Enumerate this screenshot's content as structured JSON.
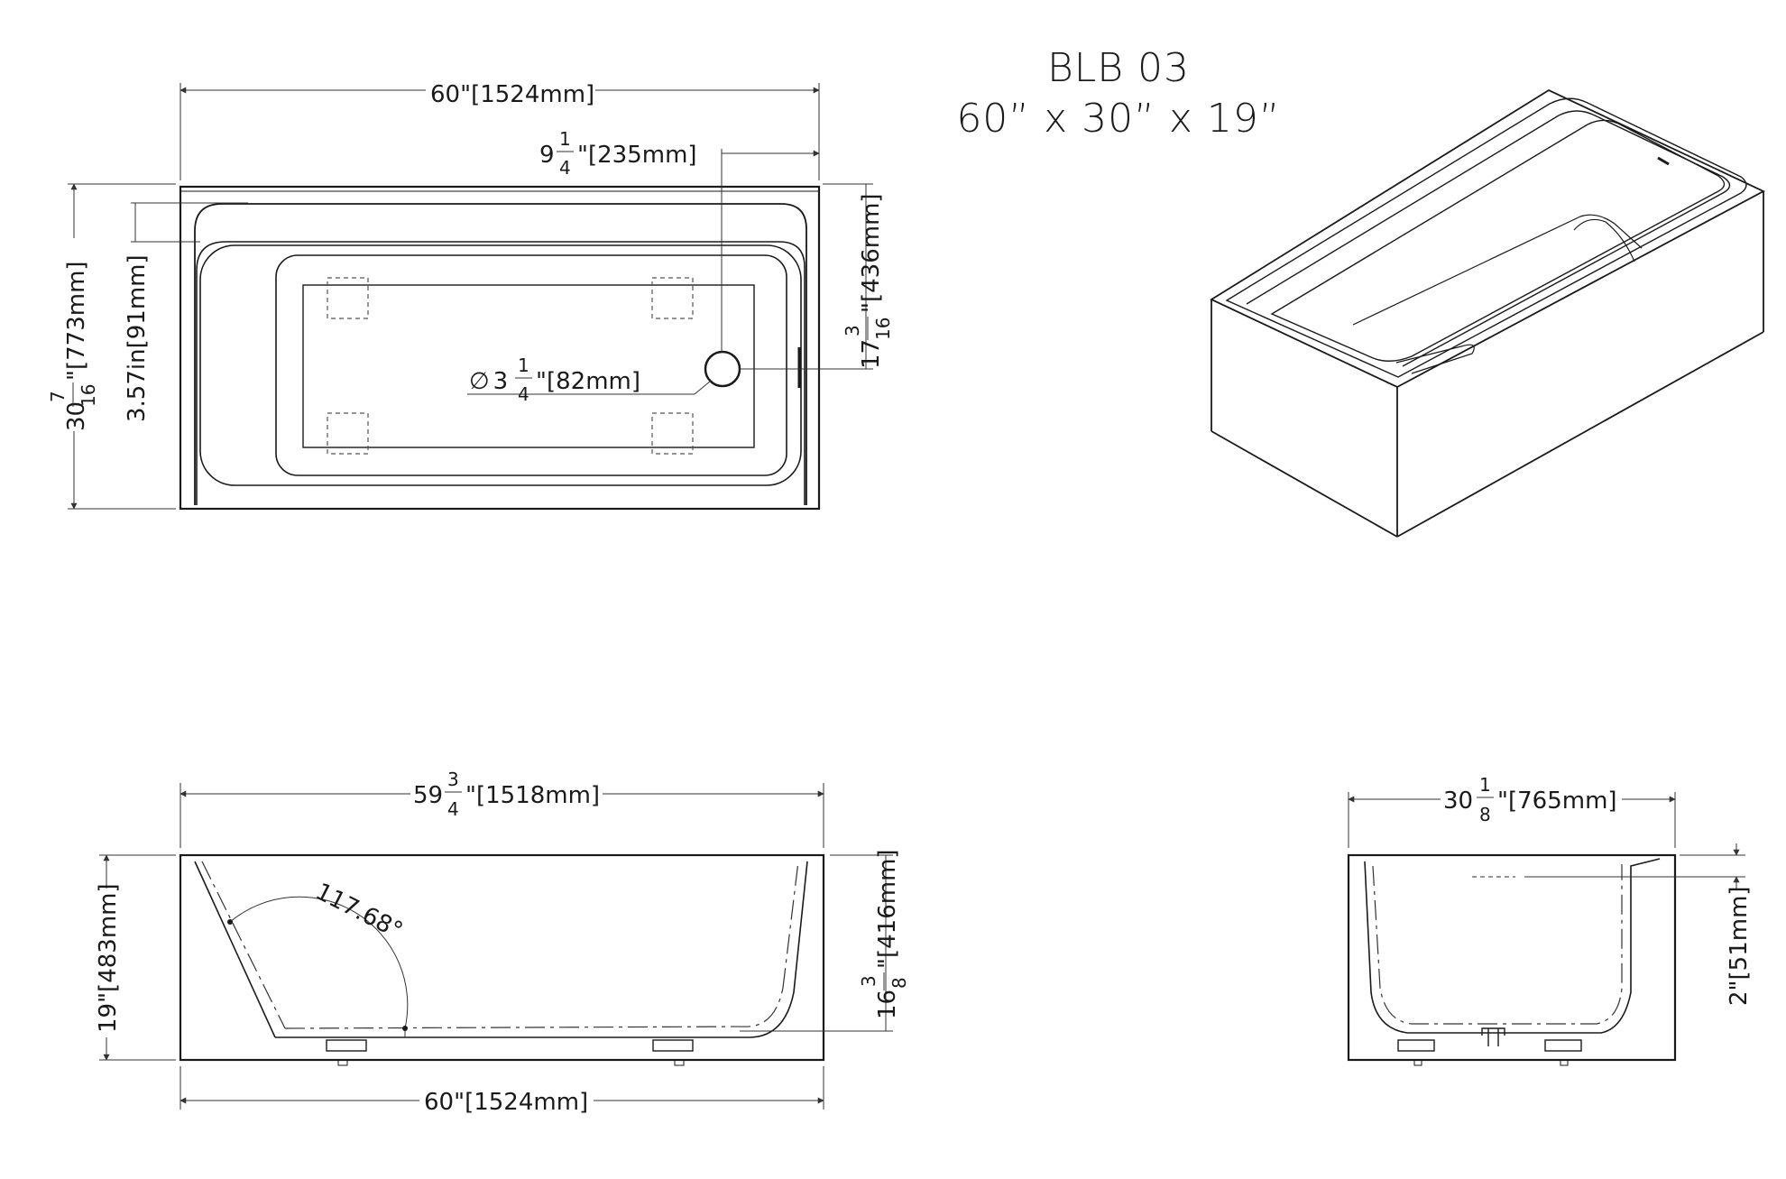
{
  "title": {
    "model": "BLB 03",
    "size": "60” x 30” x 19”"
  },
  "top_view": {
    "overall_length": {
      "whole": "60",
      "mark": "\"",
      "mm": "[1524mm]"
    },
    "drain_offset": {
      "whole": "9",
      "num": "1",
      "den": "4",
      "mark": "\"",
      "mm": "[235mm]"
    },
    "overall_width": {
      "whole": "30",
      "num": "7",
      "den": "16",
      "mark": "\"",
      "mm": "[773mm]"
    },
    "ledge_depth": {
      "text": "3.57in",
      "mm": "[91mm]"
    },
    "drain_position": {
      "whole": "17",
      "num": "3",
      "den": "16",
      "mark": "\"",
      "mm": "[436mm]"
    },
    "drain_diameter": {
      "symbol": "∅",
      "whole": "3",
      "num": "1",
      "den": "4",
      "mark": "\"",
      "mm": "[82mm]"
    }
  },
  "front_view": {
    "top_length": {
      "whole": "59",
      "num": "3",
      "den": "4",
      "mark": "\"",
      "mm": "[1518mm]"
    },
    "bottom_length": {
      "whole": "60",
      "mark": "\"",
      "mm": "[1524mm]"
    },
    "height": {
      "whole": "19",
      "mark": "\"",
      "mm": "[483mm]"
    },
    "inner_depth": {
      "whole": "16",
      "num": "3",
      "den": "8",
      "mark": "\"",
      "mm": "[416mm]"
    },
    "backrest_angle": "117.68°"
  },
  "side_view": {
    "width": {
      "whole": "30",
      "num": "1",
      "den": "8",
      "mark": "\"",
      "mm": "[765mm]"
    },
    "overflow_height": {
      "whole": "2",
      "mark": "\"",
      "mm": "[51mm]"
    }
  },
  "colors": {
    "line": "#1a1a1a",
    "background": "#ffffff"
  }
}
